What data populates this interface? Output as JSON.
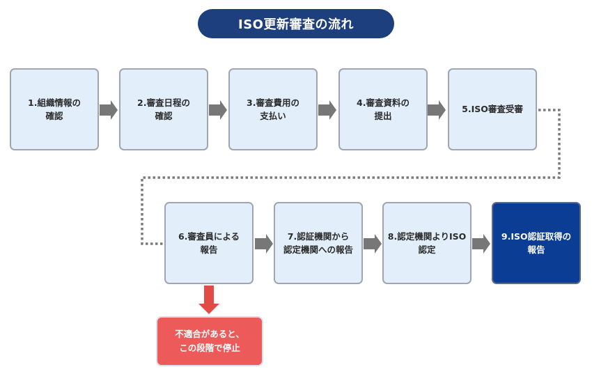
{
  "title": "ISO更新審査の流れ",
  "steps": [
    {
      "label": "1.組織情報の\n確認"
    },
    {
      "label": "2.審査日程の\n確認"
    },
    {
      "label": "3.審査費用の\n支払い"
    },
    {
      "label": "4.審査資料の\n提出"
    },
    {
      "label": "5.ISO審査受審"
    },
    {
      "label": "6.審査員による\n報告"
    },
    {
      "label": "7.認証機関から\n認定機関への報告"
    },
    {
      "label": "8.認定機関よりISO\n認定"
    },
    {
      "label": "9.ISO認証取得の\n報告"
    }
  ],
  "branch": {
    "label": "不適合があると、\nこの段階で停止"
  },
  "colors": {
    "title_bg": "#1d3f7e",
    "step_bg": "#e2eefa",
    "final_bg": "#0b3d94",
    "arrow": "#777777",
    "stop_bg": "#ec5a5a",
    "stop_arrow": "#e24a45"
  }
}
